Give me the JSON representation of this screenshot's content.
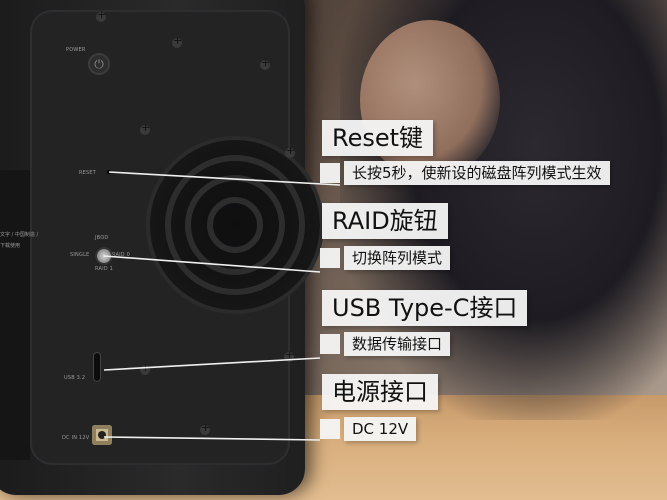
{
  "device": {
    "labels": {
      "power": "POWER",
      "reset": "RESET",
      "jbod": "JBOD",
      "single": "SINGLE",
      "raid0": "RAID 0",
      "raid1": "RAID 1",
      "usb": "USB 3.2",
      "dc": "DC IN 12V"
    },
    "side_text": "文字 / 中国制造 / 下载使用"
  },
  "annotations": [
    {
      "title": "Reset键",
      "subtitle": "长按5秒，使新设的磁盘阵列模式生效"
    },
    {
      "title": "RAID旋钮",
      "subtitle": "切换阵列模式"
    },
    {
      "title": "USB Type-C接口",
      "subtitle": "数据传输接口"
    },
    {
      "title": "电源接口",
      "subtitle": "DC 12V"
    }
  ],
  "colors": {
    "label_bg": "#f5f5f5",
    "line": "#f0f0f0"
  }
}
